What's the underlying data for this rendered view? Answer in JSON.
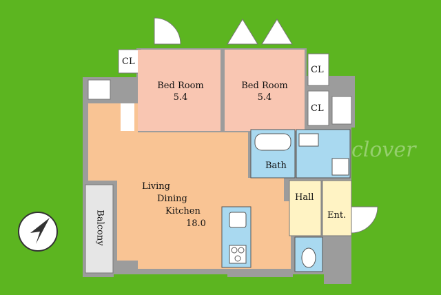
{
  "rooms": {
    "bedroom_left": {
      "name": "Bed Room",
      "size": "5.4"
    },
    "bedroom_right": {
      "name": "Bed Room",
      "size": "5.4"
    },
    "ldk": {
      "line1": "Living",
      "line2": "Dining",
      "line3": "Kitchen",
      "size": "18.0"
    },
    "bath": {
      "name": "Bath"
    },
    "hall": {
      "name": "Hall"
    },
    "entrance": {
      "name": "Ent."
    },
    "balcony": {
      "name": "Balcony"
    }
  },
  "closets": {
    "label": "CL"
  },
  "watermark": {
    "brand": "clover"
  },
  "colors": {
    "background": "#5cb520",
    "wall": "#9c9c9c",
    "bedroom": "#f9c6b2",
    "ldk": "#f9c494",
    "wet_area": "#a9d9f0",
    "hall": "#fff3c4",
    "balcony": "#e6e6e6"
  }
}
